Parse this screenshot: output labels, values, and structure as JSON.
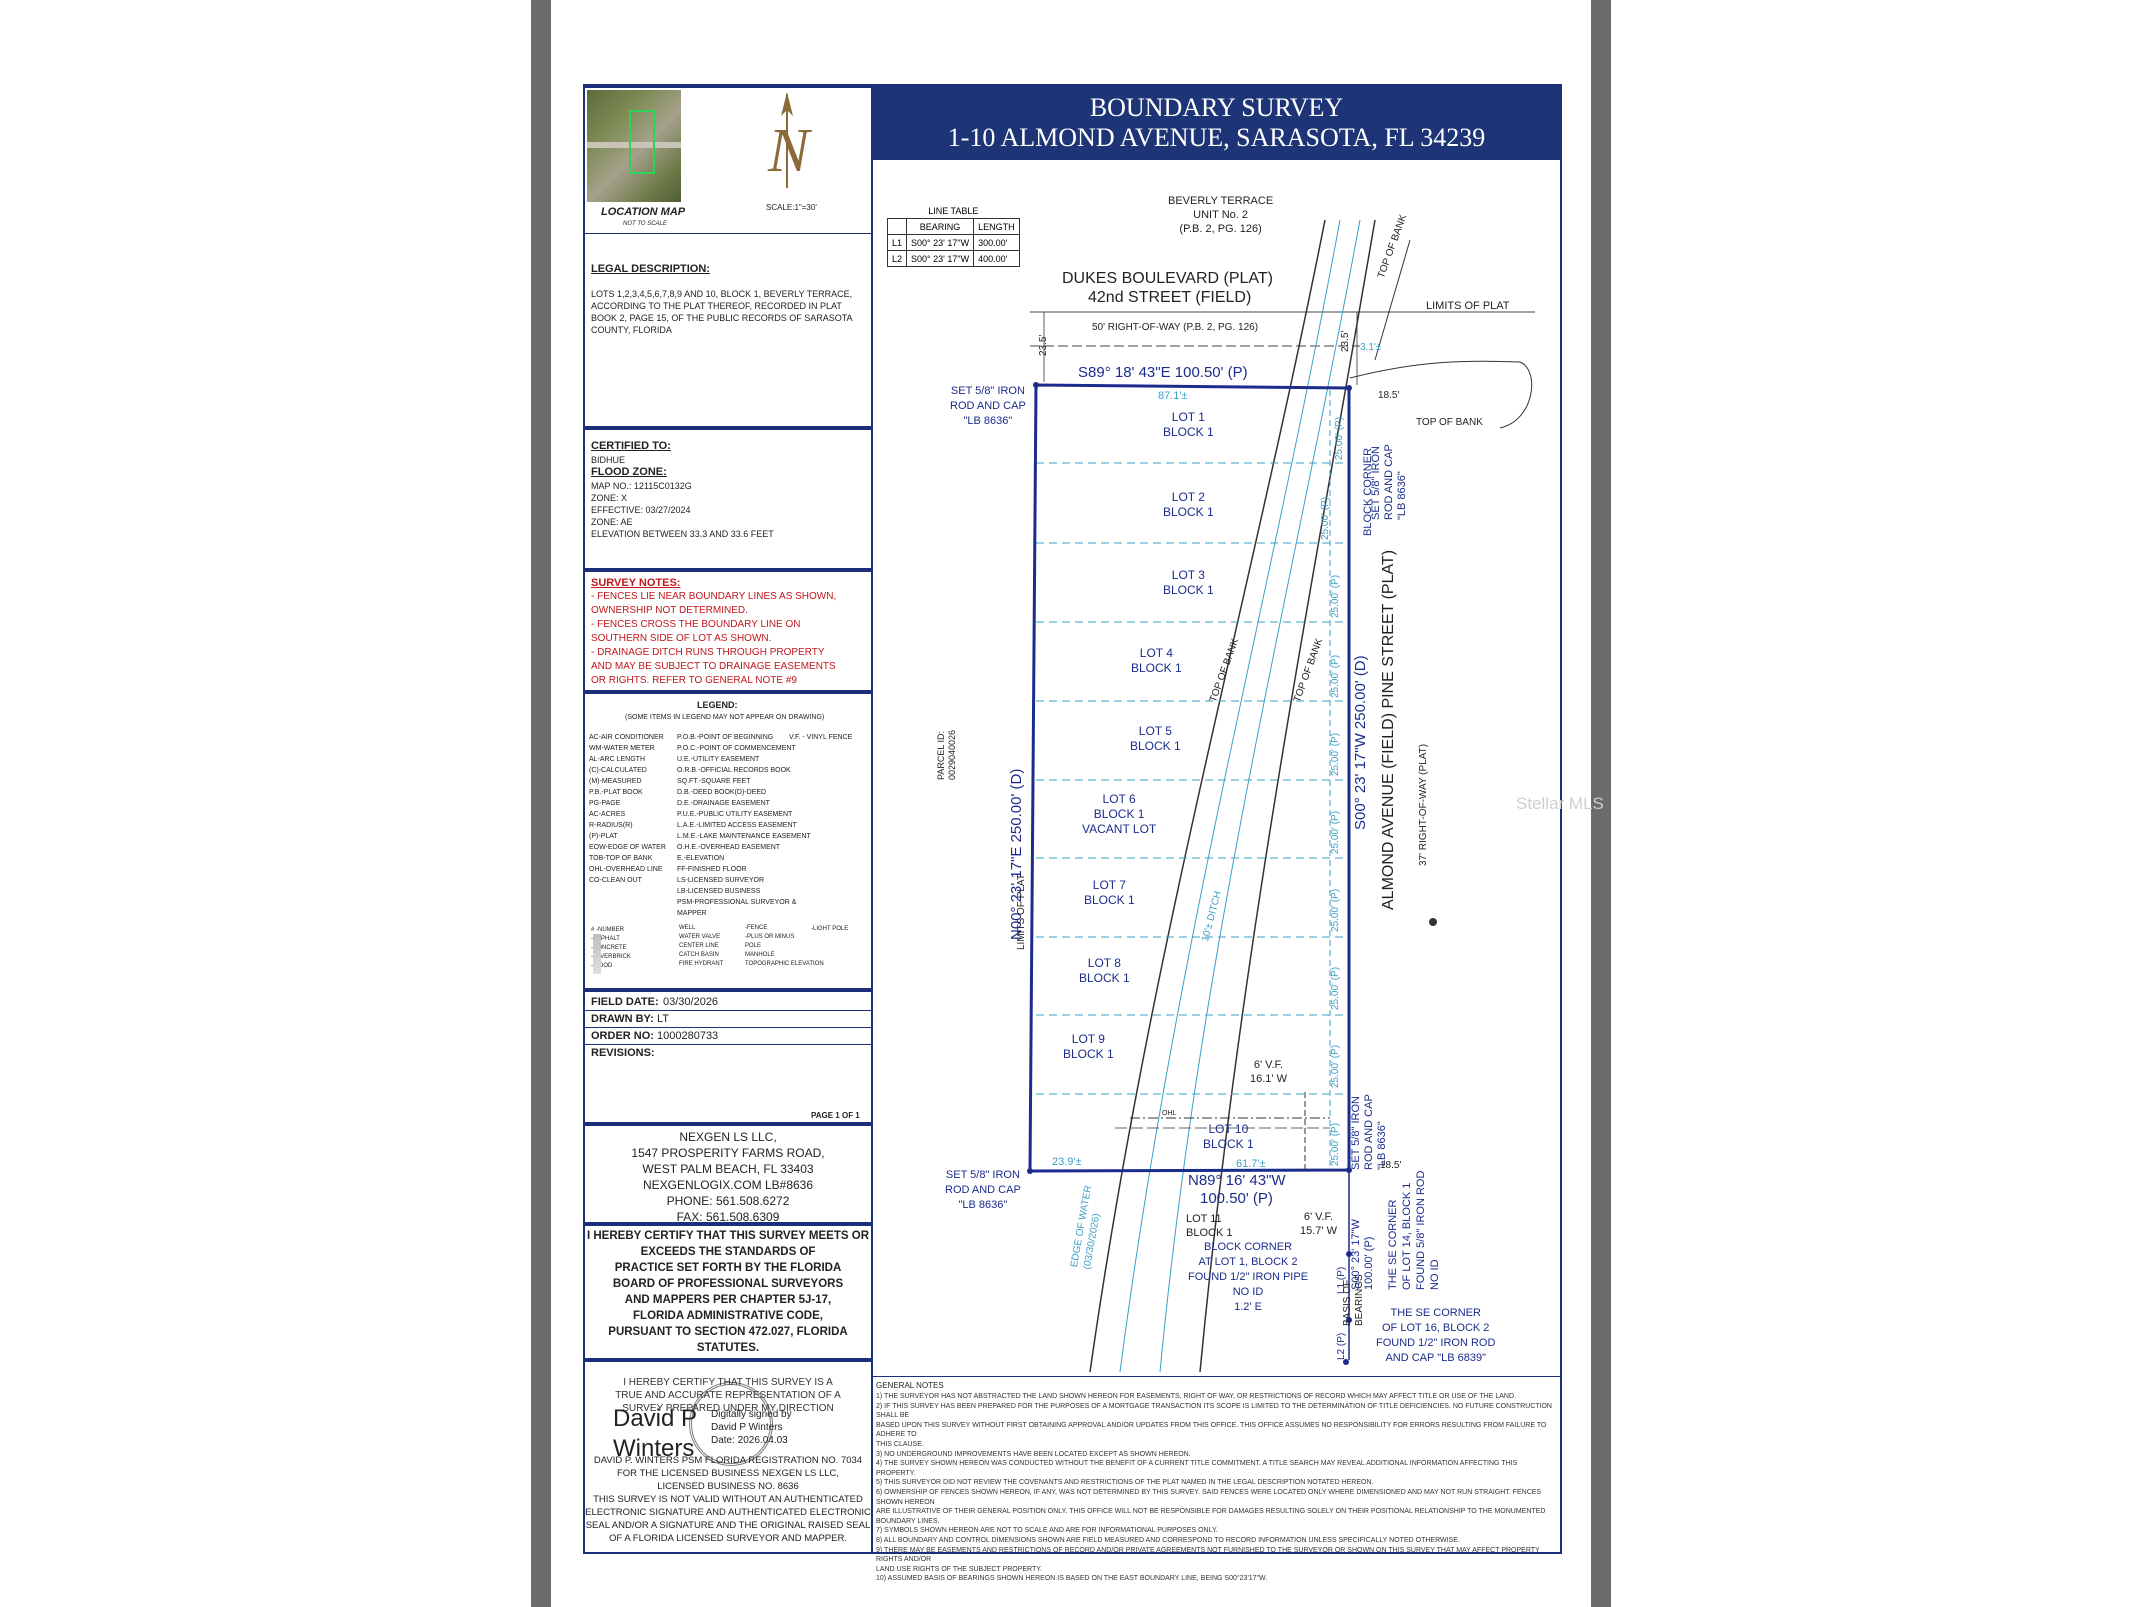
{
  "title": {
    "line1": "BOUNDARY SURVEY",
    "line2": "1-10 ALMOND AVENUE, SARASOTA, FL 34239"
  },
  "location_map": {
    "label": "LOCATION MAP",
    "note": "NOT TO SCALE"
  },
  "north_arrow": {
    "letter": "N",
    "scale": "SCALE:1\"=30'"
  },
  "legal": {
    "heading": "LEGAL DESCRIPTION:",
    "text": "LOTS 1,2,3,4,5,6,7,8,9 AND 10, BLOCK 1, BEVERLY TERRACE,\nACCORDING TO THE PLAT THEREOF, RECORDED IN PLAT\nBOOK 2, PAGE 15, OF THE PUBLIC RECORDS OF SARASOTA\nCOUNTY, FLORIDA"
  },
  "certified": {
    "heading": "CERTIFIED TO:",
    "value": "BIDHUE"
  },
  "flood": {
    "heading": "FLOOD ZONE:",
    "text": "MAP NO.: 12115C0132G\nZONE: X\nEFFECTIVE: 03/27/2024\nZONE: AE\nELEVATION BETWEEN 33.3 AND 33.6 FEET"
  },
  "survey_notes": {
    "heading": "SURVEY NOTES:",
    "text": "- FENCES LIE NEAR BOUNDARY LINES AS SHOWN,\nOWNERSHIP NOT DETERMINED.\n- FENCES CROSS THE BOUNDARY LINE ON\nSOUTHERN SIDE OF LOT AS SHOWN.\n- DRAINAGE DITCH RUNS THROUGH PROPERTY\nAND MAY BE SUBJECT TO DRAINAGE EASEMENTS\nOR RIGHTS. REFER TO GENERAL NOTE #9"
  },
  "legend": {
    "heading": "LEGEND:",
    "sub": "(SOME ITEMS IN LEGEND MAY NOT APPEAR ON DRAWING)",
    "col1": "AC-AIR CONDITIONER\nWM-WATER METER\nAL-ARC LENGTH\n(C)-CALCULATED\n(M)-MEASURED\nP.B.-PLAT BOOK\nPG-PAGE\nAC-ACRES\nR-RADIUS(R)\n(P)-PLAT\nEOW-EDGE OF WATER\nTOB-TOP OF BANK\nOHL-OVERHEAD LINE\nCO-CLEAN OUT",
    "col2": "P.O.B.-POINT OF BEGINNING\nP.O.C.-POINT OF COMMENCEMENT\nU.E.-UTILITY EASEMENT\nO.R.B.-OFFICIAL RECORDS BOOK\nSQ.FT.-SQUARE FEET\nD.B.-DEED BOOK(D)-DEED\nD.E.-DRAINAGE EASEMENT\nP.U.E.-PUBLIC UTILITY EASEMENT\nL.A.E.-LIMITED ACCESS EASEMENT\nL.M.E.-LAKE MAINTENANCE EASEMENT\nO.H.E.-OVERHEAD EASEMENT\nE.-ELEVATION\nFF-FINISHED FLOOR\nLS-LICENSED SURVEYOR\nLB-LICENSED BUSINESS\nPSM-PROFESSIONAL SURVEYOR &\nMAPPER",
    "col3": "V.F. - VINYL FENCE",
    "symbols": "#  -NUMBER\n   -ASPHALT\n   -CONCRETE\n   -PAVERBRICK\n   -WOOD",
    "symbols2": "WELL\nWATER VALVE\nCENTER LINE\nCATCH BASIN\nFIRE HYDRANT",
    "symbols3": "-FENCE\n-PLUS OR MINUS\nPOLE\nMANHOLE\nTOPOGRAPHIC ELEVATION",
    "symbols4": "-LIGHT POLE"
  },
  "field": {
    "date_label": "FIELD DATE:",
    "date": "03/30/2026",
    "drawn_label": "DRAWN BY:",
    "drawn": "LT",
    "order_label": "ORDER NO:",
    "order": "1000280733",
    "revisions": "REVISIONS:",
    "page": "PAGE 1 OF 1"
  },
  "company": {
    "text": "NEXGEN LS LLC,\n1547 PROSPERITY FARMS ROAD,\nWEST PALM BEACH, FL 33403\nNEXGENLOGIX.COM   LB#8636\nPHONE: 561.508.6272\nFAX: 561.508.6309"
  },
  "certify": {
    "text": "I HEREBY CERTIFY THAT THIS SURVEY MEETS OR\nEXCEEDS THE STANDARDS OF\nPRACTICE SET FORTH BY THE FLORIDA\nBOARD OF PROFESSIONAL SURVEYORS\nAND MAPPERS PER CHAPTER 5J-17,\nFLORIDA ADMINISTRATIVE CODE,\nPURSUANT TO SECTION 472.027, FLORIDA\nSTATUTES."
  },
  "signature": {
    "text_top": "I HEREBY CERTIFY THAT THIS SURVEY IS A\nTRUE AND ACCURATE REPRESENTATION OF A\nSURVEY PREPARED UNDER MY DIRECTION",
    "sig": "David P\nWinters",
    "digital": "Digitally signed by\nDavid P Winters\nDate: 2026.04.03",
    "bottom": "DAVID P. WINTERS PSM FLORIDA REGISTRATION NO. 7034\nFOR THE LICENSED BUSINESS NEXGEN LS LLC,\nLICENSED BUSINESS NO. 8636\nTHIS SURVEY IS NOT VALID WITHOUT AN AUTHENTICATED\nELECTRONIC SIGNATURE AND AUTHENTICATED ELECTRONIC\nSEAL AND/OR A SIGNATURE AND THE ORIGINAL RAISED SEAL\nOF A FLORIDA LICENSED SURVEYOR AND MAPPER."
  },
  "line_table": {
    "title": "LINE TABLE",
    "h1": "BEARING",
    "h2": "LENGTH",
    "rows": [
      [
        "L1",
        "S00° 23' 17\"W",
        "300.00'"
      ],
      [
        "L2",
        "S00° 23' 17\"W",
        "400.00'"
      ]
    ]
  },
  "plan": {
    "beverly": "BEVERLY TERRACE\nUNIT No. 2\n(P.B. 2, PG. 126)",
    "dukes1": "DUKES BOULEVARD (PLAT)",
    "dukes2": "42nd STREET (FIELD)",
    "row": "50' RIGHT-OF-WAY (P.B. 2, PG. 126)",
    "limits_plat": "LIMITS OF PLAT",
    "top_bank": "TOP OF BANK",
    "top_bank2": "TOP OF BANK",
    "top_bank3": "TOP OF BANK",
    "top_bank4": "TOP OF BANK",
    "north_line": "S89° 18' 43\"E   100.50' (P)",
    "south_line": "N89° 16' 43\"W",
    "south_len": "100.50' (P)",
    "west_line": "N00° 23' 17\"E   250.00' (D)",
    "east_line": "S00° 23' 17\"W   250.00' (D)",
    "street1": "ALMOND AVENUE (FIELD)  PINE STREET (PLAT)",
    "street_row": "37' RIGHT-OF-WAY (PLAT)",
    "limits_plat_v": "LIMITS OF PLAT",
    "parcel": "PARCEL ID:\n0029040026",
    "set_nw": "SET 5/8\" IRON\nROD AND CAP\n\"LB 8636\"",
    "set_sw": "SET 5/8\" IRON\nROD AND CAP\n\"LB 8636\"",
    "set_ne": "SET 5/8\" IRON\nROD AND CAP\n\"LB 8636\"",
    "set_se": "SET 5/8\" IRON\nROD AND CAP\n\"LB 8636\"",
    "block_corner_ne": "BLOCK CORNER",
    "d235a": "23.5'",
    "d235b": "23.5'",
    "d31": "3.1'±",
    "d185a": "18.5'",
    "d185b": "18.5'",
    "d871": "87.1'±",
    "d617": "61.7'±",
    "d239": "23.9'±",
    "lots": [
      [
        "LOT 1",
        "BLOCK 1"
      ],
      [
        "LOT 2",
        "BLOCK 1"
      ],
      [
        "LOT 3",
        "BLOCK 1"
      ],
      [
        "LOT 4",
        "BLOCK 1"
      ],
      [
        "LOT 5",
        "BLOCK 1"
      ],
      [
        "LOT 6",
        "BLOCK 1",
        "VACANT LOT"
      ],
      [
        "LOT 7",
        "BLOCK 1"
      ],
      [
        "LOT 8",
        "BLOCK 1"
      ],
      [
        "LOT 9",
        "BLOCK 1"
      ],
      [
        "LOT 10",
        "BLOCK 1"
      ]
    ],
    "lot_dim": "25.00' (P)",
    "ditch": "10'± DITCH",
    "fence1": "6' V.F.\n16.1' W",
    "fence2": "6' V.F.\n15.7' W",
    "lot11": "LOT 11\nBLOCK 1",
    "edge_water": "EDGE OF WATER\n(03/30/2026)",
    "block_corner_sw": "BLOCK CORNER\nAT LOT 1, BLOCK 2\nFOUND 1/2\" IRON PIPE\nNO ID\n1.2' E",
    "basis": "BASIS OF\nBEARINGS",
    "l1": "L1 (P)",
    "l2": "L2 (P)",
    "s_bearing": "S00° 23' 17\"W\n100.00' (P)",
    "se_corner14": "THE SE CORNER\nOF LOT 14, BLOCK 1\nFOUND 5/8\" IRON ROD\nNO ID",
    "se_corner16": "THE SE CORNER\nOF LOT 16, BLOCK 2\nFOUND 1/2\" IRON ROD\nAND CAP \"LB 6839\"",
    "ohl": "OHL",
    "watermark": "Stellar MLS"
  },
  "general_notes": {
    "heading": "GENERAL NOTES",
    "text": "1) THE SURVEYOR HAS NOT ABSTRACTED THE LAND SHOWN HEREON FOR EASEMENTS, RIGHT OF WAY, OR RESTRICTIONS OF RECORD WHICH MAY AFFECT TITLE OR USE OF THE LAND.\n2) IF THIS SURVEY HAS BEEN PREPARED FOR THE PURPOSES OF A MORTGAGE TRANSACTION ITS SCOPE IS LIMITED TO THE DETERMINATION OF TITLE DEFICIENCIES. NO FUTURE CONSTRUCTION SHALL BE\nBASED UPON THIS SURVEY WITHOUT FIRST OBTAINING APPROVAL AND/OR UPDATES FROM THIS OFFICE. THIS OFFICE ASSUMES NO RESPONSIBILITY FOR ERRORS RESULTING FROM FAILURE TO ADHERE TO\nTHIS CLAUSE.\n3) NO UNDERGROUND IMPROVEMENTS HAVE BEEN LOCATED EXCEPT AS SHOWN HEREON.\n4) THE SURVEY SHOWN HEREON WAS CONDUCTED WITHOUT THE BENEFIT OF A CURRENT TITLE COMMITMENT. A TITLE SEARCH MAY REVEAL ADDITIONAL INFORMATION AFFECTING THIS PROPERTY.\n5) THIS SURVEYOR DID NOT REVIEW THE COVENANTS AND RESTRICTIONS OF THE PLAT NAMED IN THE LEGAL DESCRIPTION NOTATED HEREON.\n6) OWNERSHIP OF FENCES SHOWN HEREON, IF ANY, WAS NOT DETERMINED BY THIS SURVEY. SAID FENCES WERE LOCATED ONLY WHERE DIMENSIONED AND MAY NOT RUN STRAIGHT. FENCES SHOWN HEREON\nARE ILLUSTRATIVE OF THEIR GENERAL POSITION ONLY. THIS OFFICE WILL NOT BE RESPONSIBLE FOR DAMAGES RESULTING SOLELY ON THEIR POSITIONAL RELATIONSHIP TO THE MONUMENTED BOUNDARY LINES.\n7) SYMBOLS SHOWN HEREON ARE NOT TO SCALE AND ARE FOR INFORMATIONAL PURPOSES ONLY.\n8) ALL BOUNDARY AND CONTROL DIMENSIONS SHOWN ARE FIELD MEASURED AND CORRESPOND TO RECORD INFORMATION UNLESS SPECIFICALLY NOTED OTHERWISE.\n9) THERE MAY BE EASEMENTS AND RESTRICTIONS OF RECORD AND/OR PRIVATE AGREEMENTS NOT FURNISHED TO THE SURVEYOR OR SHOWN ON THIS SURVEY THAT MAY AFFECT PROPERTY RIGHTS AND/OR\nLAND USE RIGHTS OF THE SUBJECT PROPERTY.\n10) ASSUMED BASIS OF BEARINGS SHOWN HEREON IS BASED ON THE EAST BOUNDARY LINE, BEING S00°23'17\"W."
  },
  "colors": {
    "navy": "#1d3577",
    "boundary": "#1b2c8c",
    "dashed": "#3aa0c8",
    "red_note": "#c0181c"
  }
}
